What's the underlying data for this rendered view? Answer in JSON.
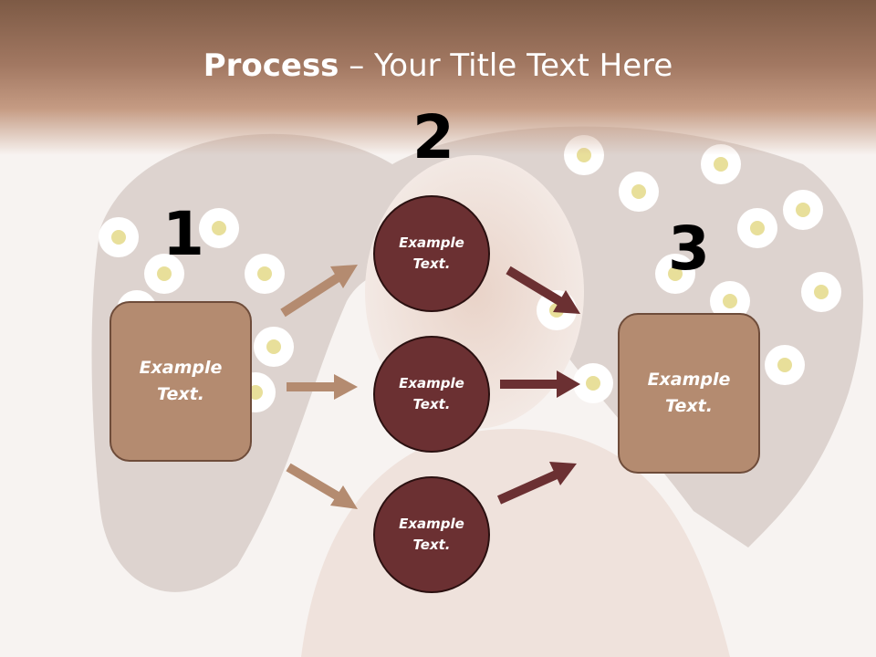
{
  "title": {
    "bold": "Process",
    "rest": " – Your Title Text Here"
  },
  "steps": {
    "step1": {
      "number": "1",
      "label": "Example Text."
    },
    "step2": {
      "number": "2",
      "items": [
        "Example Text.",
        "Example Text.",
        "Example Text."
      ]
    },
    "step3": {
      "number": "3",
      "label": "Example Text."
    }
  },
  "colors": {
    "header": "#a27862",
    "box_fill": "#b48b70",
    "circle_fill": "#6b3032",
    "arrow_light": "#b48b70",
    "arrow_dark": "#6b3032"
  },
  "background_image": "portrait of a woman with dark hair and white daisies, faded"
}
